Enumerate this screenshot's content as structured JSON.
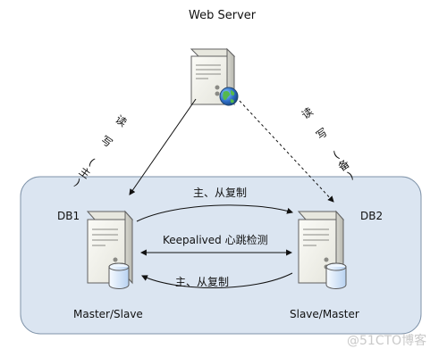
{
  "web_server": {
    "label": "Web Server"
  },
  "links": {
    "primary_rw": "读 写 (主)",
    "backup_rw": "读 写 (备)",
    "replication_top": "主、从复制",
    "replication_bottom": "主、从复制",
    "heartbeat": "Keepalived 心跳检测"
  },
  "db1": {
    "id": "DB1",
    "role": "Master/Slave"
  },
  "db2": {
    "id": "DB2",
    "role": "Slave/Master"
  },
  "watermark": "@51CTO博客",
  "icons": {
    "server": "server-icon",
    "globe": "globe-icon",
    "database": "database-icon"
  },
  "colors": {
    "cluster_fill": "#dbe5f1",
    "cluster_stroke": "#7f93a9",
    "server_body": "#f1f1ea",
    "server_shadow": "#cfcfc7",
    "globe_blue": "#2f6fc9",
    "globe_green": "#54b94c",
    "database_blue": "#d6e6fb"
  }
}
